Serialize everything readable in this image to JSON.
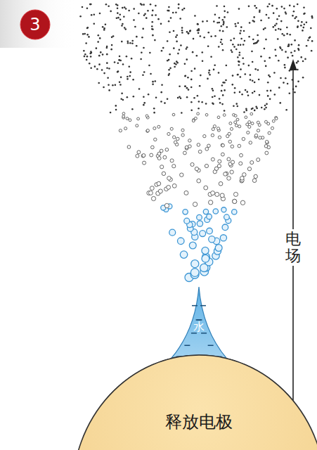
{
  "diagram": {
    "nodes": [
      {
        "text": [
          "3"
        ]
      },
      {
        "text": [
          "水"
        ]
      },
      {
        "text": [
          "释放电极"
        ]
      }
    ],
    "labels": [
      "电场"
    ]
  }
}
